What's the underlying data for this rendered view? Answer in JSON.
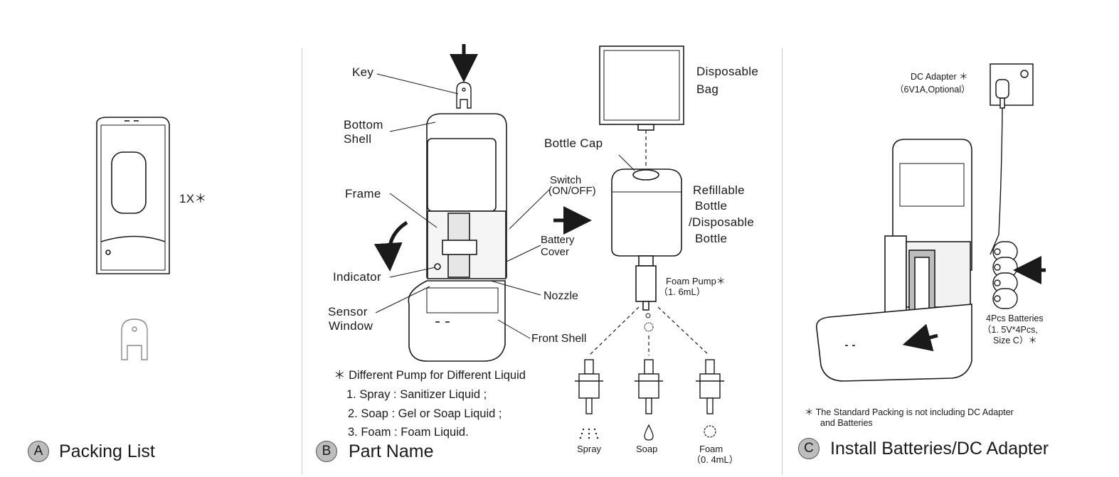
{
  "panel_a": {
    "badge": "A",
    "title": "Packing List",
    "qty_label": "1X＊"
  },
  "panel_b": {
    "badge": "B",
    "title": "Part Name",
    "labels": {
      "key": "Key",
      "bottom_shell_1": "Bottom",
      "bottom_shell_2": "Shell",
      "frame": "Frame",
      "indicator": "Indicator",
      "sensor_window_1": "Sensor",
      "sensor_window_2": "Window",
      "switch_1": "Switch",
      "switch_2": "(ON/OFF)",
      "battery_cover_1": "Battery",
      "battery_cover_2": "Cover",
      "nozzle": "Nozzle",
      "front_shell": "Front Shell",
      "disposable_bag_1": "Disposable",
      "disposable_bag_2": "Bag",
      "bottle_cap": "Bottle Cap",
      "bottle_1": "Refillable",
      "bottle_2": "Bottle",
      "bottle_3": "/Disposable",
      "bottle_4": "Bottle",
      "foam_pump_1": "Foam Pump＊",
      "foam_pump_2": "（1. 6mL）"
    },
    "pump_note": {
      "heading": "＊ Different Pump for Different Liquid",
      "items": [
        "1. Spray : Sanitizer Liquid ;",
        "2. Soap : Gel or Soap Liquid ;",
        "3. Foam : Foam Liquid."
      ]
    },
    "pumps": {
      "spray": "Spray",
      "soap": "Soap",
      "foam": "Foam",
      "foam_volume": "（0. 4mL）"
    }
  },
  "panel_c": {
    "badge": "C",
    "title": "Install Batteries/DC Adapter",
    "dc_adapter_1": "DC Adapter ＊",
    "dc_adapter_2": "（6V1A,Optional）",
    "batteries_1": "4Pcs Batteries",
    "batteries_2": "（1. 5V*4Pcs,",
    "batteries_3": "Size C）＊",
    "note_1": "＊ The Standard Packing is not including DC Adapter",
    "note_2": "and Batteries"
  },
  "colors": {
    "ink": "#1a1a1a",
    "badge_fill": "#bdbdbd",
    "divider": "#c8c8c8"
  }
}
